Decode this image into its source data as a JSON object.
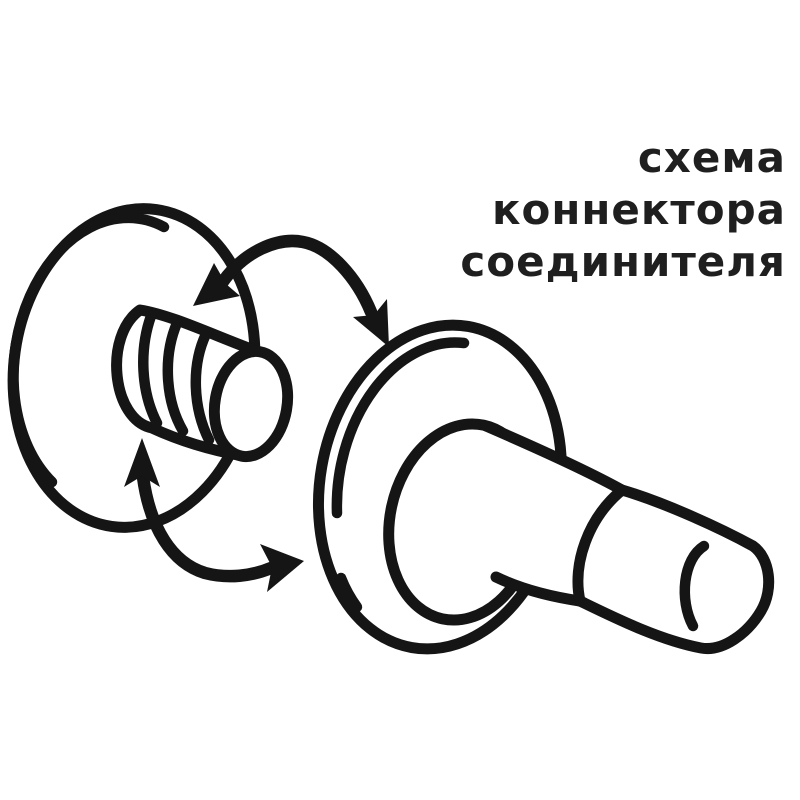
{
  "caption": {
    "lines": [
      "схема",
      "коннектора",
      "соединителя"
    ]
  },
  "colors": {
    "ink": "#151515",
    "text": "#1f1f1f",
    "background": "#ffffff"
  },
  "illustration": {
    "description": "black line drawing of two connector parts: left flange with ribbed nipple, right flange with tapered funnel nozzle, joined by two curved double-headed arrows showing attachment rotation"
  }
}
